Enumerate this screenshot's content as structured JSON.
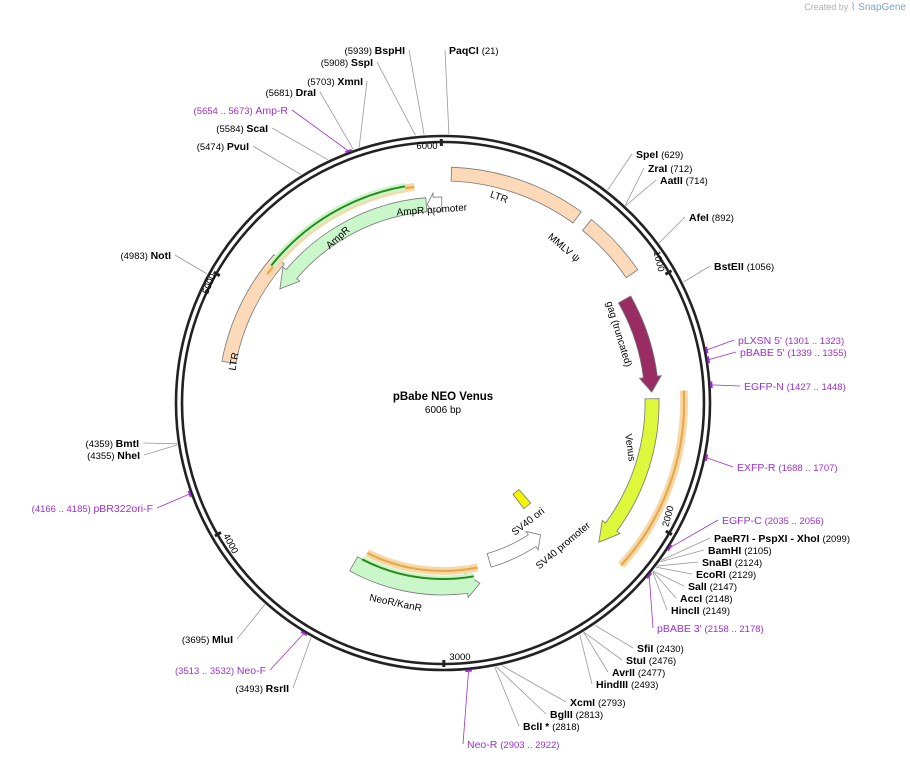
{
  "branding": {
    "prefix": "Created by",
    "name": "SnapGene"
  },
  "plasmid": {
    "name": "pBabe NEO Venus",
    "length_label": "6006 bp",
    "length": 6006
  },
  "ticks": [
    "1000",
    "2000",
    "3000",
    "4000",
    "5000",
    "6000"
  ],
  "features": [
    {
      "label": "LTR",
      "color": "#fcd9b8"
    },
    {
      "label": "MMLV ψ",
      "color": "#fcd9b8"
    },
    {
      "label": "gag (truncated)",
      "color": "#992c63"
    },
    {
      "label": "Venus",
      "color": "#ddf83a"
    },
    {
      "label": "SV40 ori",
      "color": "#f5f500"
    },
    {
      "label": "SV40 promoter",
      "color": "#ffffff"
    },
    {
      "label": "NeoR/KanR",
      "color": "#c9f7c9"
    },
    {
      "label": "LTR",
      "color": "#fcd9b8"
    },
    {
      "label": "AmpR",
      "color": "#c9f7c9"
    },
    {
      "label": "AmpR promoter",
      "color": "#ffffff"
    }
  ],
  "sites": [
    {
      "pos": "(21)",
      "name": "PaqCI"
    },
    {
      "pos": "(5939)",
      "name": "BspHI"
    },
    {
      "pos": "(5908)",
      "name": "SspI"
    },
    {
      "pos": "(5703)",
      "name": "XmnI"
    },
    {
      "pos": "(5681)",
      "name": "DraI"
    },
    {
      "pos": "(5584)",
      "name": "ScaI"
    },
    {
      "pos": "(5474)",
      "name": "PvuI"
    },
    {
      "pos": "(4983)",
      "name": "NotI"
    },
    {
      "pos": "(4359)",
      "name": "BmtI"
    },
    {
      "pos": "(4355)",
      "name": "NheI"
    },
    {
      "pos": "(3695)",
      "name": "MluI"
    },
    {
      "pos": "(3493)",
      "name": "RsrII"
    },
    {
      "pos": "(629)",
      "name": "SpeI"
    },
    {
      "pos": "(712)",
      "name": "ZraI"
    },
    {
      "pos": "(714)",
      "name": "AatII"
    },
    {
      "pos": "(892)",
      "name": "AfeI"
    },
    {
      "pos": "(1056)",
      "name": "BstEII"
    },
    {
      "pos": "(2099)",
      "name": "PaeR7I - PspXI - XhoI"
    },
    {
      "pos": "(2105)",
      "name": "BamHI"
    },
    {
      "pos": "(2124)",
      "name": "SnaBI"
    },
    {
      "pos": "(2129)",
      "name": "EcoRI"
    },
    {
      "pos": "(2147)",
      "name": "SalI"
    },
    {
      "pos": "(2148)",
      "name": "AccI"
    },
    {
      "pos": "(2149)",
      "name": "HincII"
    },
    {
      "pos": "(2430)",
      "name": "SfiI"
    },
    {
      "pos": "(2476)",
      "name": "StuI"
    },
    {
      "pos": "(2477)",
      "name": "AvrII"
    },
    {
      "pos": "(2493)",
      "name": "HindIII"
    },
    {
      "pos": "(2793)",
      "name": "XcmI"
    },
    {
      "pos": "(2813)",
      "name": "BglII"
    },
    {
      "pos": "(2818)",
      "name": "BclI *"
    }
  ],
  "primers": [
    {
      "name": "Amp-R",
      "range": "(5654 .. 5673)"
    },
    {
      "name": "pLXSN 5'",
      "range": "(1301 .. 1323)"
    },
    {
      "name": "pBABE 5'",
      "range": "(1339 .. 1355)"
    },
    {
      "name": "EGFP-N",
      "range": "(1427 .. 1448)"
    },
    {
      "name": "EXFP-R",
      "range": "(1688 .. 1707)"
    },
    {
      "name": "EGFP-C",
      "range": "(2035 .. 2056)"
    },
    {
      "name": "pBABE 3'",
      "range": "(2158 .. 2178)"
    },
    {
      "name": "Neo-R",
      "range": "(2903 .. 2922)"
    },
    {
      "name": "Neo-F",
      "range": "(3513 .. 3532)"
    },
    {
      "name": "pBR322ori-F",
      "range": "(4166 .. 4185)"
    }
  ],
  "colors": {
    "enzyme": "#000000",
    "primer": "#9b30d0",
    "backbone": "#222222",
    "orf": "#e8a84c",
    "orf_inner": "#2a8a1a"
  }
}
